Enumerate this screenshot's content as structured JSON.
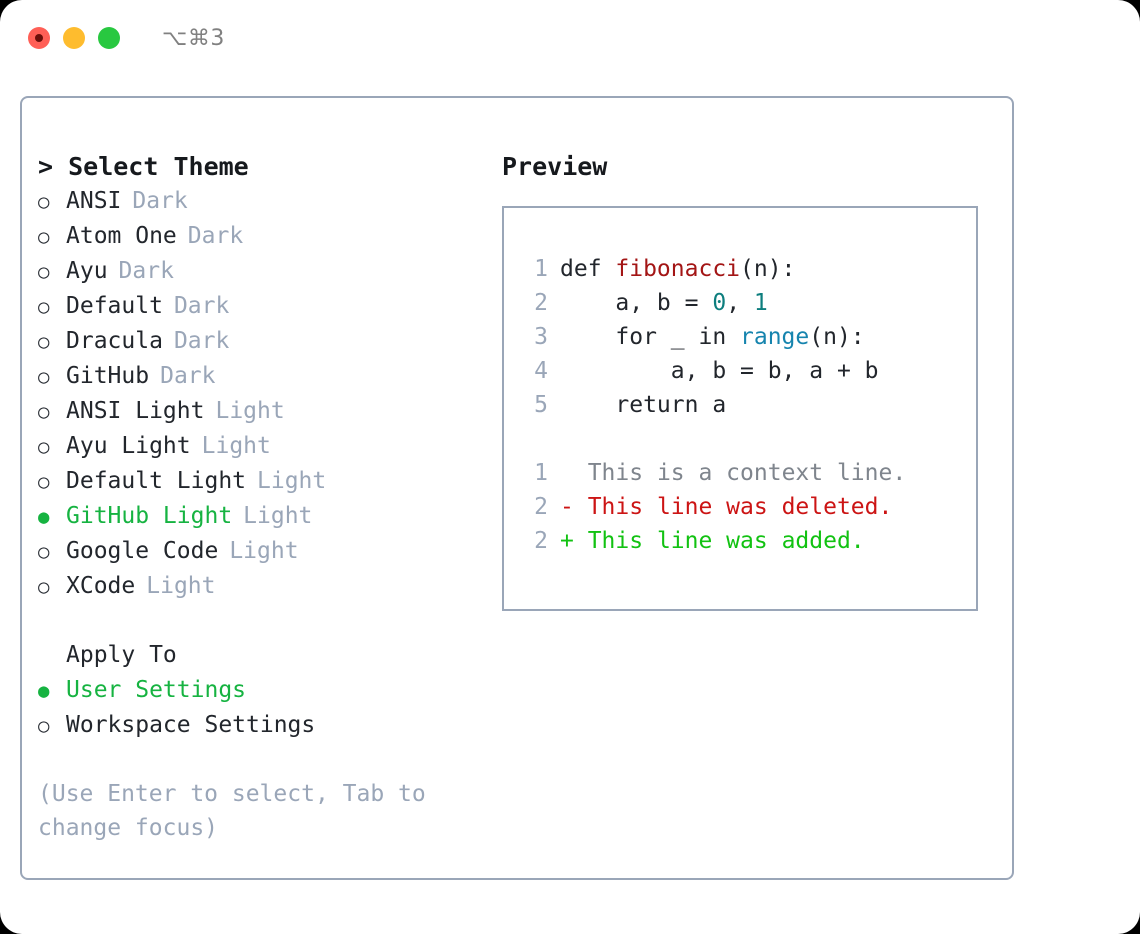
{
  "window": {
    "traffic_lights": [
      "close-dot",
      "minimize-dot",
      "maximize-dot"
    ],
    "shortcut": "⌥⌘3"
  },
  "theme_panel": {
    "title": "> Select Theme",
    "marker_unselected": "○",
    "marker_selected": "●",
    "themes": [
      {
        "name": "ANSI",
        "variant": "Dark",
        "selected": false
      },
      {
        "name": "Atom One",
        "variant": "Dark",
        "selected": false
      },
      {
        "name": "Ayu",
        "variant": "Dark",
        "selected": false
      },
      {
        "name": "Default",
        "variant": "Dark",
        "selected": false
      },
      {
        "name": "Dracula",
        "variant": "Dark",
        "selected": false
      },
      {
        "name": "GitHub",
        "variant": "Dark",
        "selected": false
      },
      {
        "name": "ANSI Light",
        "variant": "Light",
        "selected": false
      },
      {
        "name": "Ayu Light",
        "variant": "Light",
        "selected": false
      },
      {
        "name": "Default Light",
        "variant": "Light",
        "selected": false
      },
      {
        "name": "GitHub Light",
        "variant": "Light",
        "selected": true
      },
      {
        "name": "Google Code",
        "variant": "Light",
        "selected": false
      },
      {
        "name": "XCode",
        "variant": "Light",
        "selected": false
      }
    ],
    "apply_to": {
      "label": "Apply To",
      "options": [
        {
          "name": "User Settings",
          "selected": true
        },
        {
          "name": "Workspace Settings",
          "selected": false
        }
      ]
    },
    "hint": "(Use Enter to select, Tab to change focus)"
  },
  "preview": {
    "title": "Preview",
    "code_lines": [
      {
        "no": "1",
        "tokens": [
          {
            "text": "def ",
            "kind": "plain"
          },
          {
            "text": "fibonacci",
            "kind": "func"
          },
          {
            "text": "(n):",
            "kind": "plain"
          }
        ]
      },
      {
        "no": "2",
        "tokens": [
          {
            "text": "    a, b = ",
            "kind": "plain"
          },
          {
            "text": "0",
            "kind": "number"
          },
          {
            "text": ", ",
            "kind": "plain"
          },
          {
            "text": "1",
            "kind": "number"
          }
        ]
      },
      {
        "no": "3",
        "tokens": [
          {
            "text": "    for _ in ",
            "kind": "plain"
          },
          {
            "text": "range",
            "kind": "builtin"
          },
          {
            "text": "(n):",
            "kind": "plain"
          }
        ]
      },
      {
        "no": "4",
        "tokens": [
          {
            "text": "        a, b = b, a + b",
            "kind": "plain"
          }
        ]
      },
      {
        "no": "5",
        "tokens": [
          {
            "text": "    return a",
            "kind": "plain"
          }
        ]
      }
    ],
    "diff_lines": [
      {
        "no": "1",
        "prefix": "  ",
        "text": "This is a context line.",
        "kind": "context"
      },
      {
        "no": "2",
        "prefix": "- ",
        "text": "This line was deleted.",
        "kind": "delete"
      },
      {
        "no": "2",
        "prefix": "+ ",
        "text": "This line was added.",
        "kind": "add"
      }
    ]
  },
  "colors": {
    "accent_green": "#16b341",
    "muted": "#9aa6b8",
    "text": "#22262c",
    "func_red": "#a31515",
    "number_teal": "#0d7e7e",
    "builtin_blue": "#1684ae",
    "diff_delete": "#cc1414",
    "diff_add": "#12c212",
    "border": "#9aa6b8"
  }
}
